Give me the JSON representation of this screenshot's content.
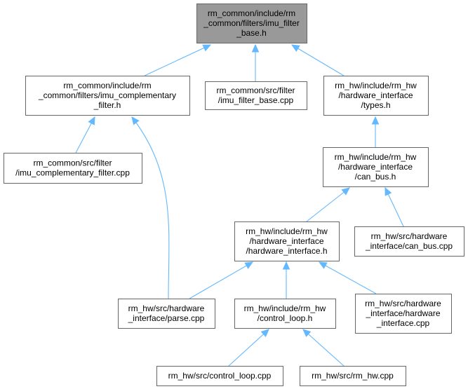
{
  "colors": {
    "root_fill": "#999999",
    "node_fill": "#ffffff",
    "node_border": "#666666",
    "edge": "#63b8ff"
  },
  "nodes": [
    {
      "id": "imu_filter_base_h",
      "lines": [
        "rm_common/include/rm",
        "_common/filters/imu_filter",
        "_base.h"
      ],
      "root": true
    },
    {
      "id": "imu_complementary_filter_h",
      "lines": [
        "rm_common/include/rm",
        "_common/filters/imu_complementary",
        "_filter.h"
      ]
    },
    {
      "id": "imu_filter_base_cpp",
      "lines": [
        "rm_common/src/filter",
        "/imu_filter_base.cpp"
      ]
    },
    {
      "id": "types_h",
      "lines": [
        "rm_hw/include/rm_hw",
        "/hardware_interface",
        "/types.h"
      ]
    },
    {
      "id": "imu_complementary_filter_cpp",
      "lines": [
        "rm_common/src/filter",
        "/imu_complementary_filter.cpp"
      ]
    },
    {
      "id": "can_bus_h",
      "lines": [
        "rm_hw/include/rm_hw",
        "/hardware_interface",
        "/can_bus.h"
      ]
    },
    {
      "id": "hardware_interface_h",
      "lines": [
        "rm_hw/include/rm_hw",
        "/hardware_interface",
        "/hardware_interface.h"
      ]
    },
    {
      "id": "can_bus_cpp",
      "lines": [
        "rm_hw/src/hardware",
        "_interface/can_bus.cpp"
      ]
    },
    {
      "id": "parse_cpp",
      "lines": [
        "rm_hw/src/hardware",
        "_interface/parse.cpp"
      ]
    },
    {
      "id": "control_loop_h",
      "lines": [
        "rm_hw/include/rm_hw",
        "/control_loop.h"
      ]
    },
    {
      "id": "hardware_interface_cpp",
      "lines": [
        "rm_hw/src/hardware",
        "_interface/hardware",
        "_interface.cpp"
      ]
    },
    {
      "id": "control_loop_cpp",
      "lines": [
        "rm_hw/src/control_loop.cpp"
      ]
    },
    {
      "id": "rm_hw_cpp",
      "lines": [
        "rm_hw/src/rm_hw.cpp"
      ]
    }
  ],
  "edges": [
    {
      "from": "imu_complementary_filter_h",
      "to": "imu_filter_base_h"
    },
    {
      "from": "imu_filter_base_cpp",
      "to": "imu_filter_base_h"
    },
    {
      "from": "types_h",
      "to": "imu_filter_base_h"
    },
    {
      "from": "imu_complementary_filter_cpp",
      "to": "imu_complementary_filter_h"
    },
    {
      "from": "parse_cpp",
      "to": "imu_complementary_filter_h"
    },
    {
      "from": "can_bus_h",
      "to": "types_h"
    },
    {
      "from": "hardware_interface_h",
      "to": "can_bus_h"
    },
    {
      "from": "can_bus_cpp",
      "to": "can_bus_h"
    },
    {
      "from": "parse_cpp",
      "to": "hardware_interface_h"
    },
    {
      "from": "control_loop_h",
      "to": "hardware_interface_h"
    },
    {
      "from": "hardware_interface_cpp",
      "to": "hardware_interface_h"
    },
    {
      "from": "control_loop_cpp",
      "to": "control_loop_h"
    },
    {
      "from": "rm_hw_cpp",
      "to": "control_loop_h"
    }
  ]
}
